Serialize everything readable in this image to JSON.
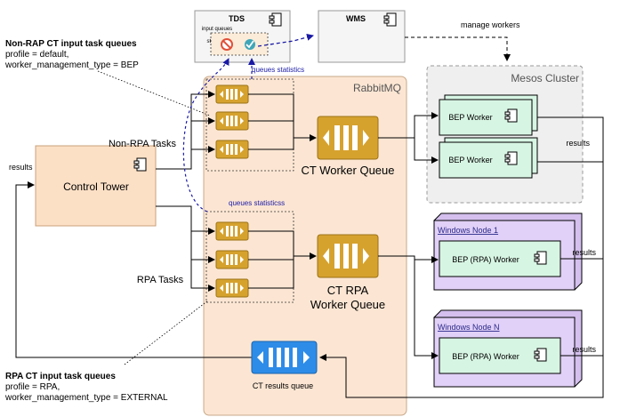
{
  "tds": {
    "title": "TDS",
    "label_line1": "input queues",
    "label_line2": "task",
    "label_line3": "statistics"
  },
  "wms": {
    "title": "WMS"
  },
  "labels": {
    "manage_workers": "manage workers",
    "queues_statistics": "queues statistics",
    "queues_statisticss": "queues statisticss",
    "rabbitmq": "RabbitMQ",
    "mesos_cluster": "Mesos Cluster",
    "non_rpa_tasks": "Non-RPA Tasks",
    "rpa_tasks": "RPA Tasks",
    "results_left": "results",
    "results_mesos": "results",
    "results_win1": "results",
    "results_winN": "results",
    "ct_worker_queue": "CT Worker Queue",
    "ct_rpa_queue_line1": "CT RPA",
    "ct_rpa_queue_line2": "Worker Queue",
    "ct_results_queue": "CT results queue",
    "control_tower": "Control Tower",
    "bep_worker_1": "BEP Worker",
    "bep_worker_2": "BEP Worker",
    "windows_node_1": "Windows Node 1",
    "windows_node_n": "Windows Node N",
    "bep_rpa_worker_1": "BEP (RPA) Worker",
    "bep_rpa_worker_n": "BEP (RPA) Worker"
  },
  "notes": {
    "non_rap_title": "Non-RAP CT input task queues",
    "non_rap_line1": "profile = default,",
    "non_rap_line2": "worker_management_type = BEP",
    "rpa_title": "RPA CT input task queues",
    "rpa_line1": "profile = RPA,",
    "rpa_line2": "worker_management_type = EXTERNAL"
  },
  "colors": {
    "queue_gold": "#d6a22e",
    "queue_gold_dark": "#9b7317",
    "queue_blue": "#2d8ce8",
    "rabbit_bg": "#fce6d3",
    "control_tower_bg": "#fce0c6",
    "worker_green": "#d7f5e3",
    "windows_purple": "#e1d0f7",
    "mesos_gray": "#efefef",
    "blue_dashed": "#1a1aa6",
    "red_icon": "#e0503a",
    "teal_icon": "#3fa6b8"
  }
}
